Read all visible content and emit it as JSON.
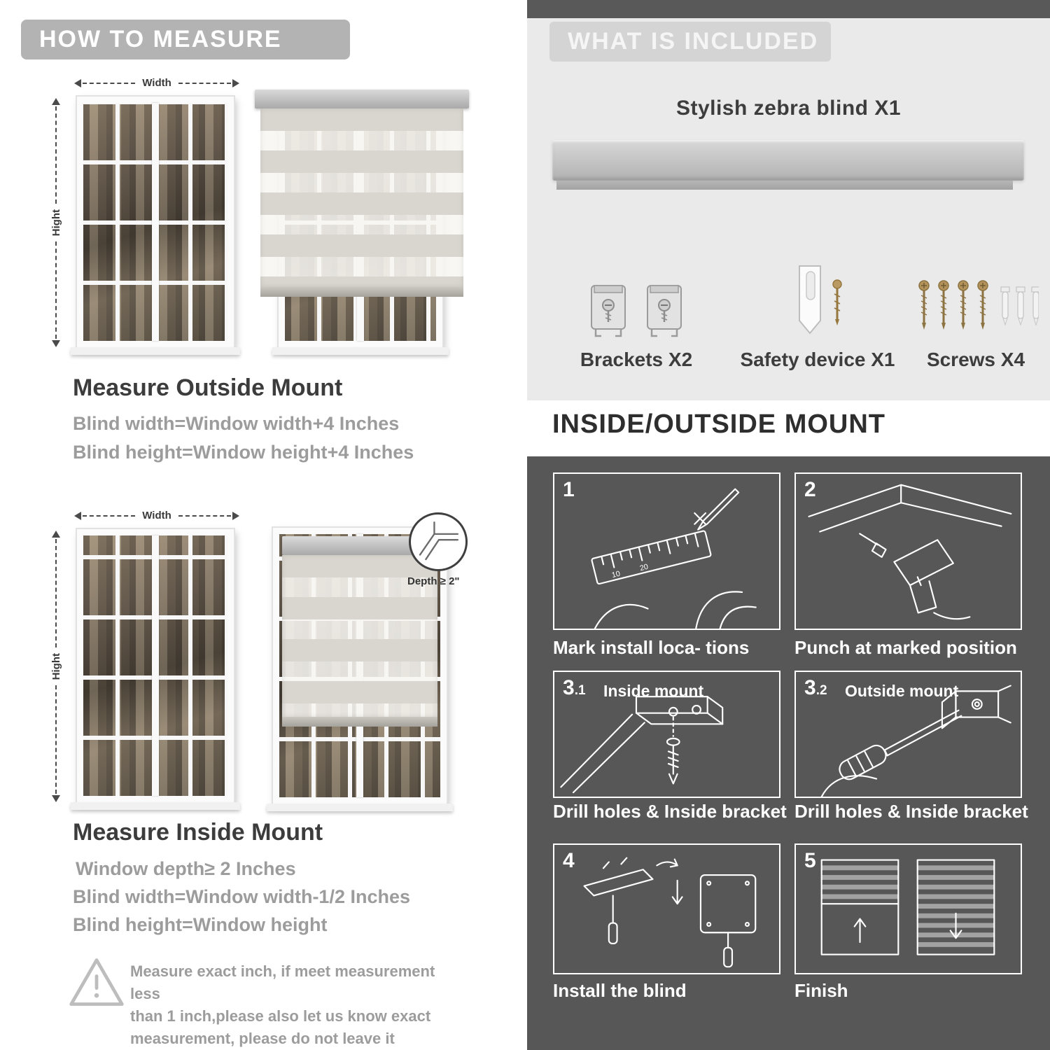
{
  "colors": {
    "left_banner_bg": "#b3b3b3",
    "included_panel_bg": "#eaeaea",
    "included_banner_bg": "#d4d4d4",
    "dark_panel_bg": "#575757",
    "heading_text": "#3c3c3c",
    "muted_text": "#9c9c9c"
  },
  "left": {
    "banner": "HOW TO MEASURE",
    "outside": {
      "width_label": "Width",
      "height_label": "Hight",
      "heading": "Measure Outside Mount",
      "line1": "Blind width=Window width+4 Inches",
      "line2": "Blind height=Window height+4 Inches"
    },
    "inside": {
      "width_label": "Width",
      "height_label": "Hight",
      "depth_label": "Depth ≥ 2\"",
      "heading": "Measure Inside Mount",
      "line1": "Window depth≥ 2 Inches",
      "line2": "Blind width=Window width-1/2 Inches",
      "line3": "Blind height=Window height"
    },
    "note": {
      "line1": "Measure exact inch, if meet measurement less",
      "line2": "than 1 inch,please also let us know exact",
      "line3": "measurement, please do not leave it"
    }
  },
  "right": {
    "included": {
      "banner": "WHAT IS INCLUDED",
      "product": "Stylish zebra blind X1",
      "items": [
        {
          "label": "Brackets X2"
        },
        {
          "label": "Safety device X1"
        },
        {
          "label": "Screws X4"
        }
      ]
    },
    "mount": {
      "heading": "INSIDE/OUTSIDE MOUNT",
      "steps": [
        {
          "num": "1",
          "caption": "Mark install loca- tions"
        },
        {
          "num": "2",
          "caption": "Punch at  marked position"
        },
        {
          "num": "3",
          "sub": ".1",
          "tag": "Inside mount",
          "caption": "Drill holes &  Inside bracket"
        },
        {
          "num": "3",
          "sub": ".2",
          "tag": "Outside mount",
          "caption": "Drill holes &  Inside bracket"
        },
        {
          "num": "4",
          "caption": "Install the blind"
        },
        {
          "num": "5",
          "caption": "Finish"
        }
      ]
    }
  }
}
